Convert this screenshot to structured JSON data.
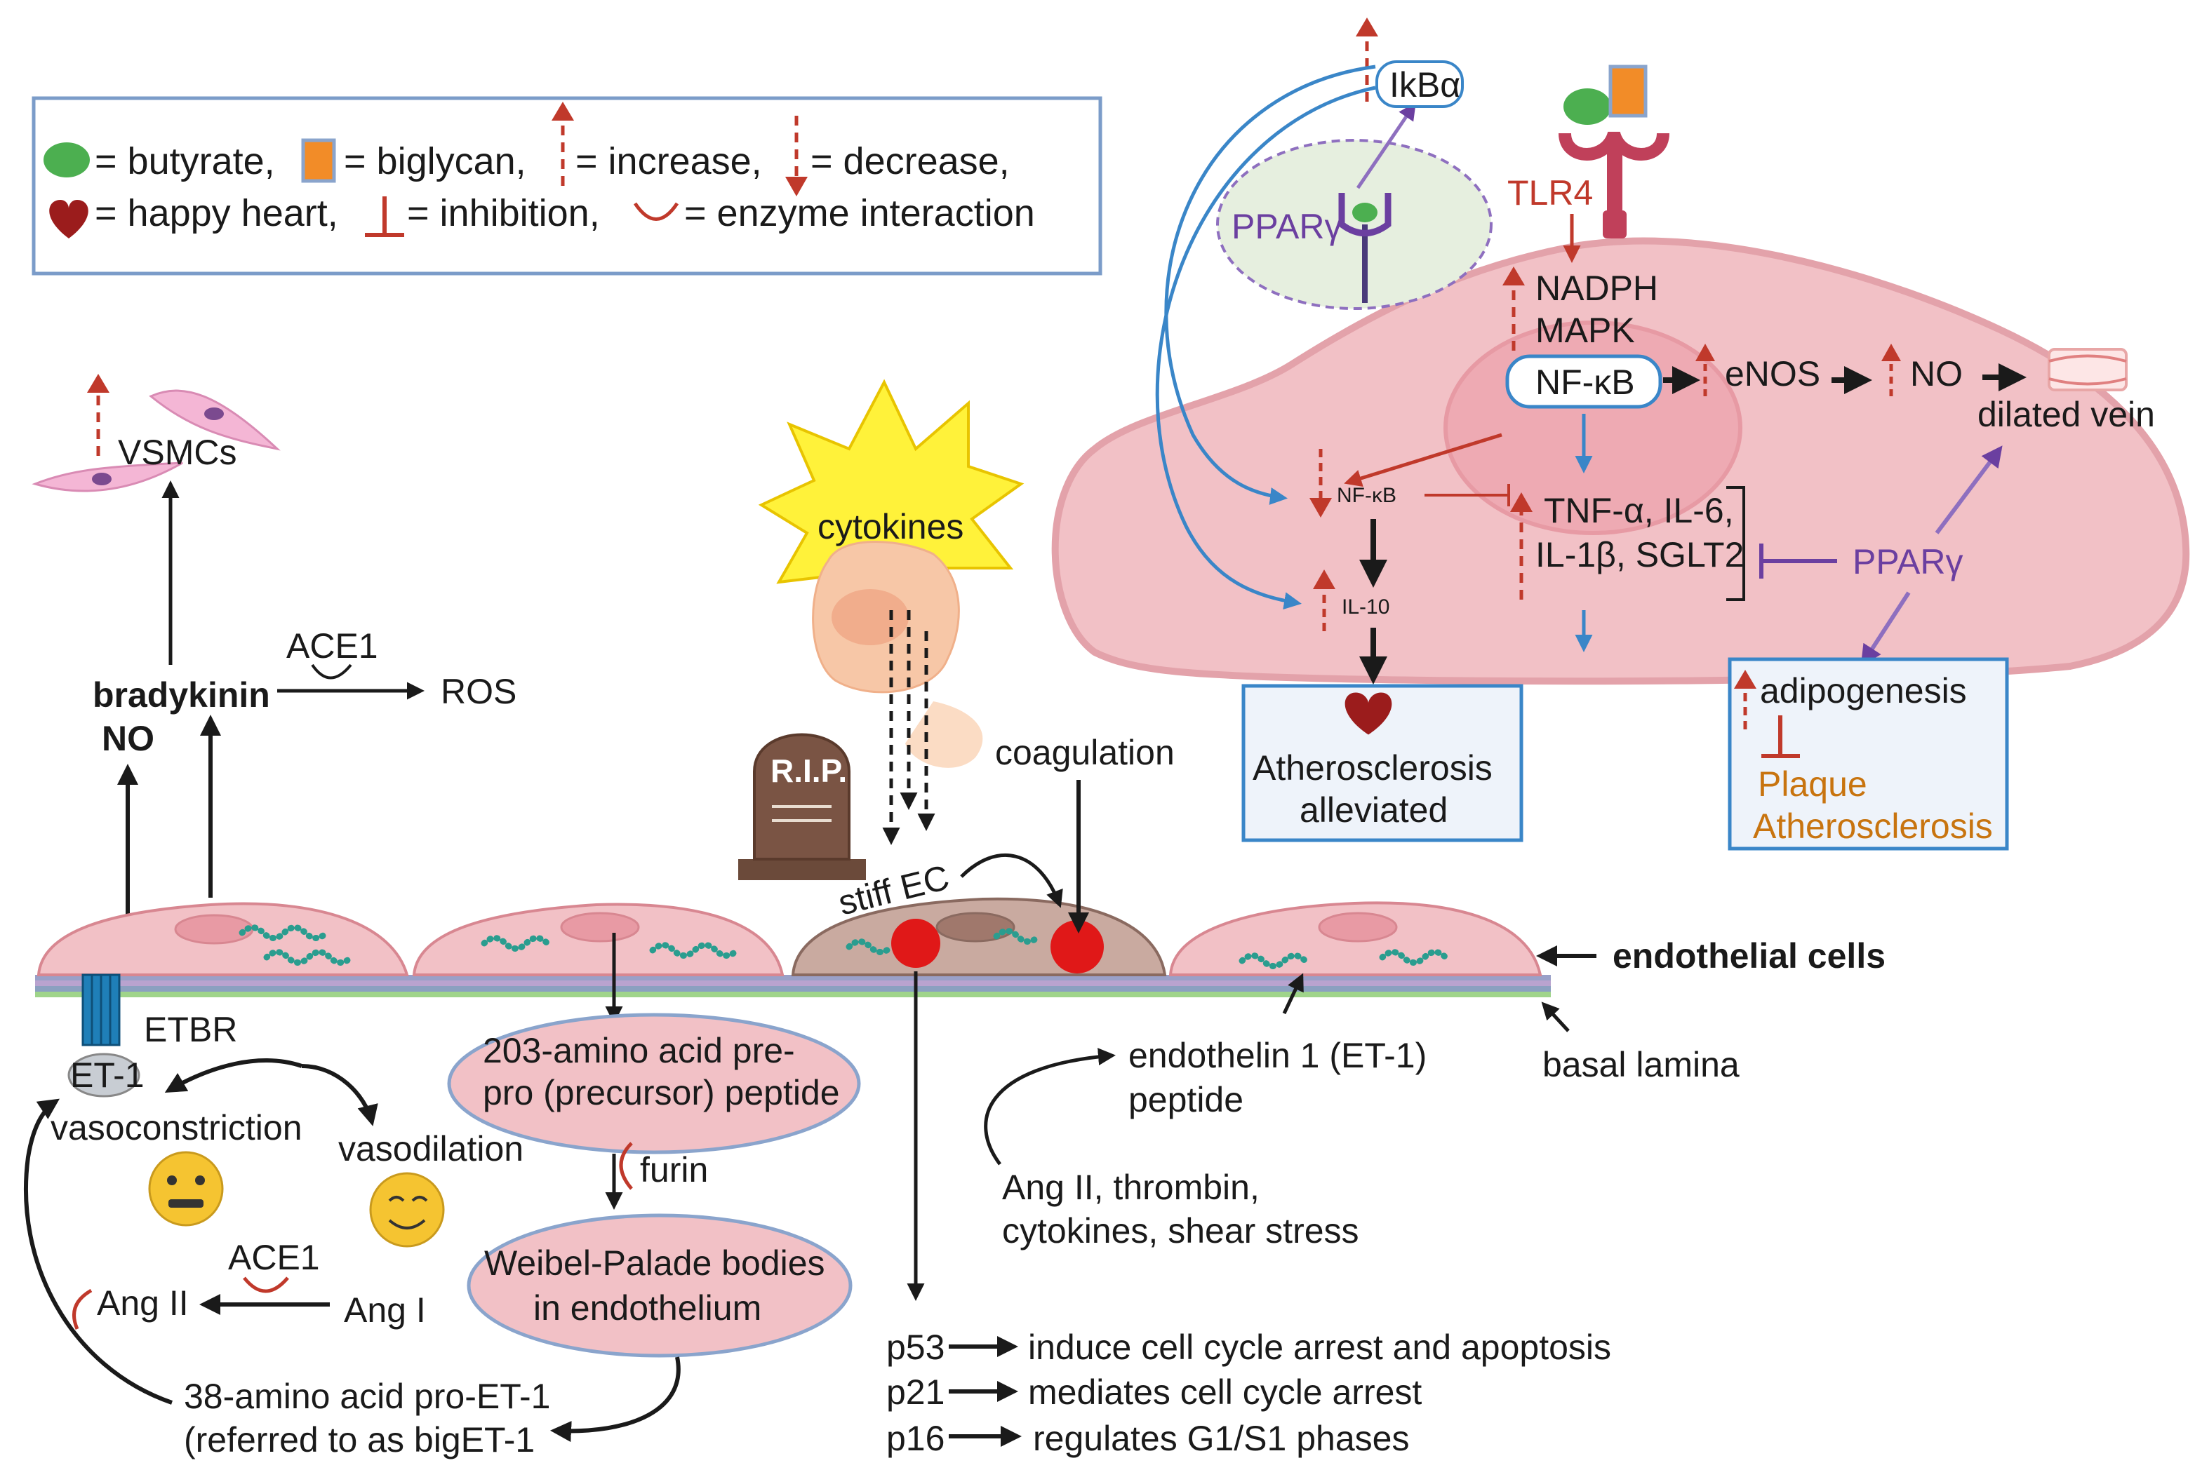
{
  "legend": {
    "eq_butyrate": "= butyrate,",
    "eq_biglycan": "= biglycan,",
    "eq_increase": "= increase,",
    "eq_decrease": "= decrease,",
    "eq_happy_heart": "= happy heart,",
    "eq_inhibition": "= inhibition,",
    "eq_enzyme": "= enzyme interaction"
  },
  "top_right": {
    "ikba": "IkBα",
    "ppar_nucleus": "PPARγ",
    "tlr4": "TLR4",
    "nadph": "NADPH",
    "mapk": "MAPK",
    "nfkb_main": "NF-κB",
    "enos": "eNOS",
    "no": "NO",
    "dilated_vein": "dilated vein",
    "nfkb_small": "NF-κB",
    "il10": "IL-10",
    "cytokine_line1": "TNF-α, IL-6,",
    "cytokine_line2": "IL-1β, SGLT2",
    "ppar_right": "PPARγ",
    "athero_line1": "Atherosclerosis",
    "athero_line2": "alleviated",
    "adipogenesis": "adipogenesis",
    "plaque": "Plaque",
    "plaque_athero": "Atherosclerosis"
  },
  "left": {
    "vsmcs": "VSMCs",
    "ace1_top": "ACE1",
    "bradykinin": "bradykinin",
    "no": "NO",
    "ros": "ROS",
    "etbr": "ETBR",
    "et1": "ET-1",
    "vasoconstriction": "vasoconstriction",
    "vasodilation": "vasodilation",
    "ace1_bottom": "ACE1",
    "ang2": "Ang II",
    "ang1": "Ang I",
    "bigET_line1": "38-amino acid pro-ET-1",
    "bigET_line2": "(referred to as bigET-1"
  },
  "middle": {
    "cytokines": "cytokines",
    "rip": "R.I.P.",
    "coagulation": "coagulation",
    "stiff_ec": "stiff EC",
    "precursor_line1": "203-amino acid pre-",
    "precursor_line2": "pro (precursor) peptide",
    "furin": "furin",
    "weibel_line1": "Weibel-Palade bodies",
    "weibel_line2": "in endothelium",
    "et1_line1": "endothelin 1 (ET-1)",
    "et1_line2": "peptide",
    "stim_line1": "Ang II, thrombin,",
    "stim_line2": "cytokines, shear stress",
    "endothelial_cells": "endothelial cells",
    "basal_lamina": "basal lamina",
    "p53": "p53",
    "p53_text": "induce cell cycle arrest and apoptosis",
    "p21": "p21",
    "p21_text": "mediates cell cycle arrest",
    "p16": "p16",
    "p16_text": "regulates G1/S1 phases"
  },
  "colors": {
    "increase": "#c0392b",
    "cell_fill": "#f2c1c6",
    "cell_stroke": "#d88791",
    "blue_arrow": "#3a86c8",
    "purple": "#6b3fa0",
    "box_stroke": "#3a86c8",
    "orange_text": "#c8740f"
  }
}
